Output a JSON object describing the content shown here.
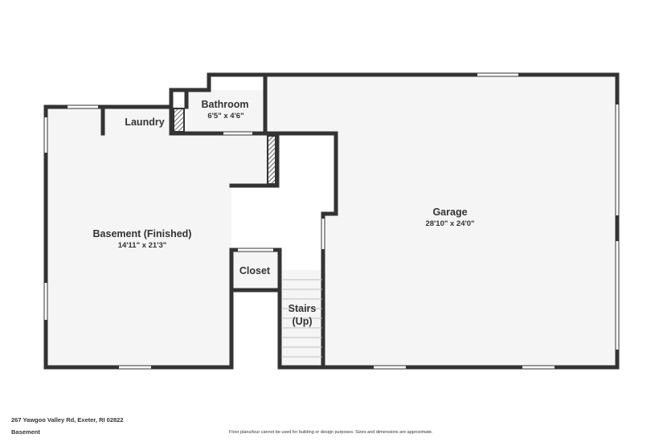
{
  "rooms": {
    "basement": {
      "name": "Basement (Finished)",
      "dims": "14'11\" x 21'3\""
    },
    "garage": {
      "name": "Garage",
      "dims": "28'10\" x 24'0\""
    },
    "bathroom": {
      "name": "Bathroom",
      "dims": "6'5\" x 4'6\""
    },
    "laundry": {
      "name": "Laundry"
    },
    "closet": {
      "name": "Closet"
    },
    "stairs": {
      "line1": "Stairs",
      "line2": "(Up)"
    }
  },
  "footer": {
    "address": "267 Yawgoo Valley Rd, Exeter, RI 02822",
    "level": "Basement",
    "disclaimer": "Floor plans/tour cannot be used for building or design purposes. Sizes and dimensions are approximate."
  },
  "colors": {
    "wall": "#333333",
    "floor": "#f5f5f5",
    "background": "#ffffff"
  }
}
